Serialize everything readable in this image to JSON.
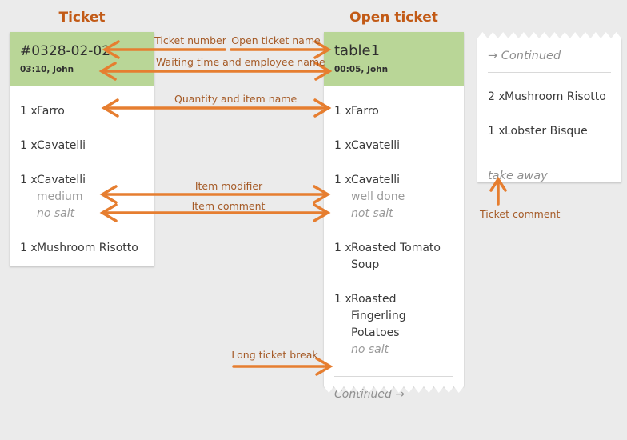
{
  "titles": {
    "left_column": "Ticket",
    "right_column": "Open ticket"
  },
  "printed_ticket": {
    "number": "#0328-02-02",
    "meta": "03:10, John",
    "items": [
      {
        "qty": "1 x",
        "name": "Farro"
      },
      {
        "qty": "1 x",
        "name": "Cavatelli"
      },
      {
        "qty": "1 x",
        "name": "Cavatelli",
        "modifier": "medium",
        "comment": "no salt"
      },
      {
        "qty": "1 x",
        "name": "Mushroom Risotto"
      }
    ]
  },
  "open_ticket": {
    "name": "table1",
    "meta": "00:05, John",
    "items": [
      {
        "qty": "1 x",
        "name": "Farro"
      },
      {
        "qty": "1 x",
        "name": "Cavatelli"
      },
      {
        "qty": "1 x",
        "name": "Cavatelli",
        "modifier": "well done",
        "comment": "not salt"
      },
      {
        "qty": "1 x",
        "name": "Roasted Tomato Soup"
      },
      {
        "qty": "1 x",
        "name": "Roasted Fingerling Potatoes",
        "comment": "no salt"
      }
    ],
    "footer": "Continued →"
  },
  "continued_ticket": {
    "header": "→ Continued",
    "items": [
      {
        "qty": "2 x",
        "name": "Mushroom Risotto"
      },
      {
        "qty": "1 x",
        "name": "Lobster Bisque"
      }
    ],
    "comment": "take away"
  },
  "annotations": {
    "ticket_number": "Ticket number",
    "open_ticket_name": "Open ticket name",
    "waiting_time": "Waiting time and employee name",
    "quantity_item": "Quantity and item name",
    "item_modifier": "Item modifier",
    "item_comment": "Item comment",
    "long_ticket_break": "Long ticket break",
    "ticket_comment": "Ticket comment"
  },
  "colors": {
    "background": "#ebebeb",
    "ticket_paper": "#ffffff",
    "header_green": "#b9d697",
    "arrow_orange": "#e67e30",
    "label_brown": "#a55a26",
    "title_orange": "#c25a16",
    "item_text": "#3a3a3a",
    "muted_text": "#9a9a9a"
  }
}
